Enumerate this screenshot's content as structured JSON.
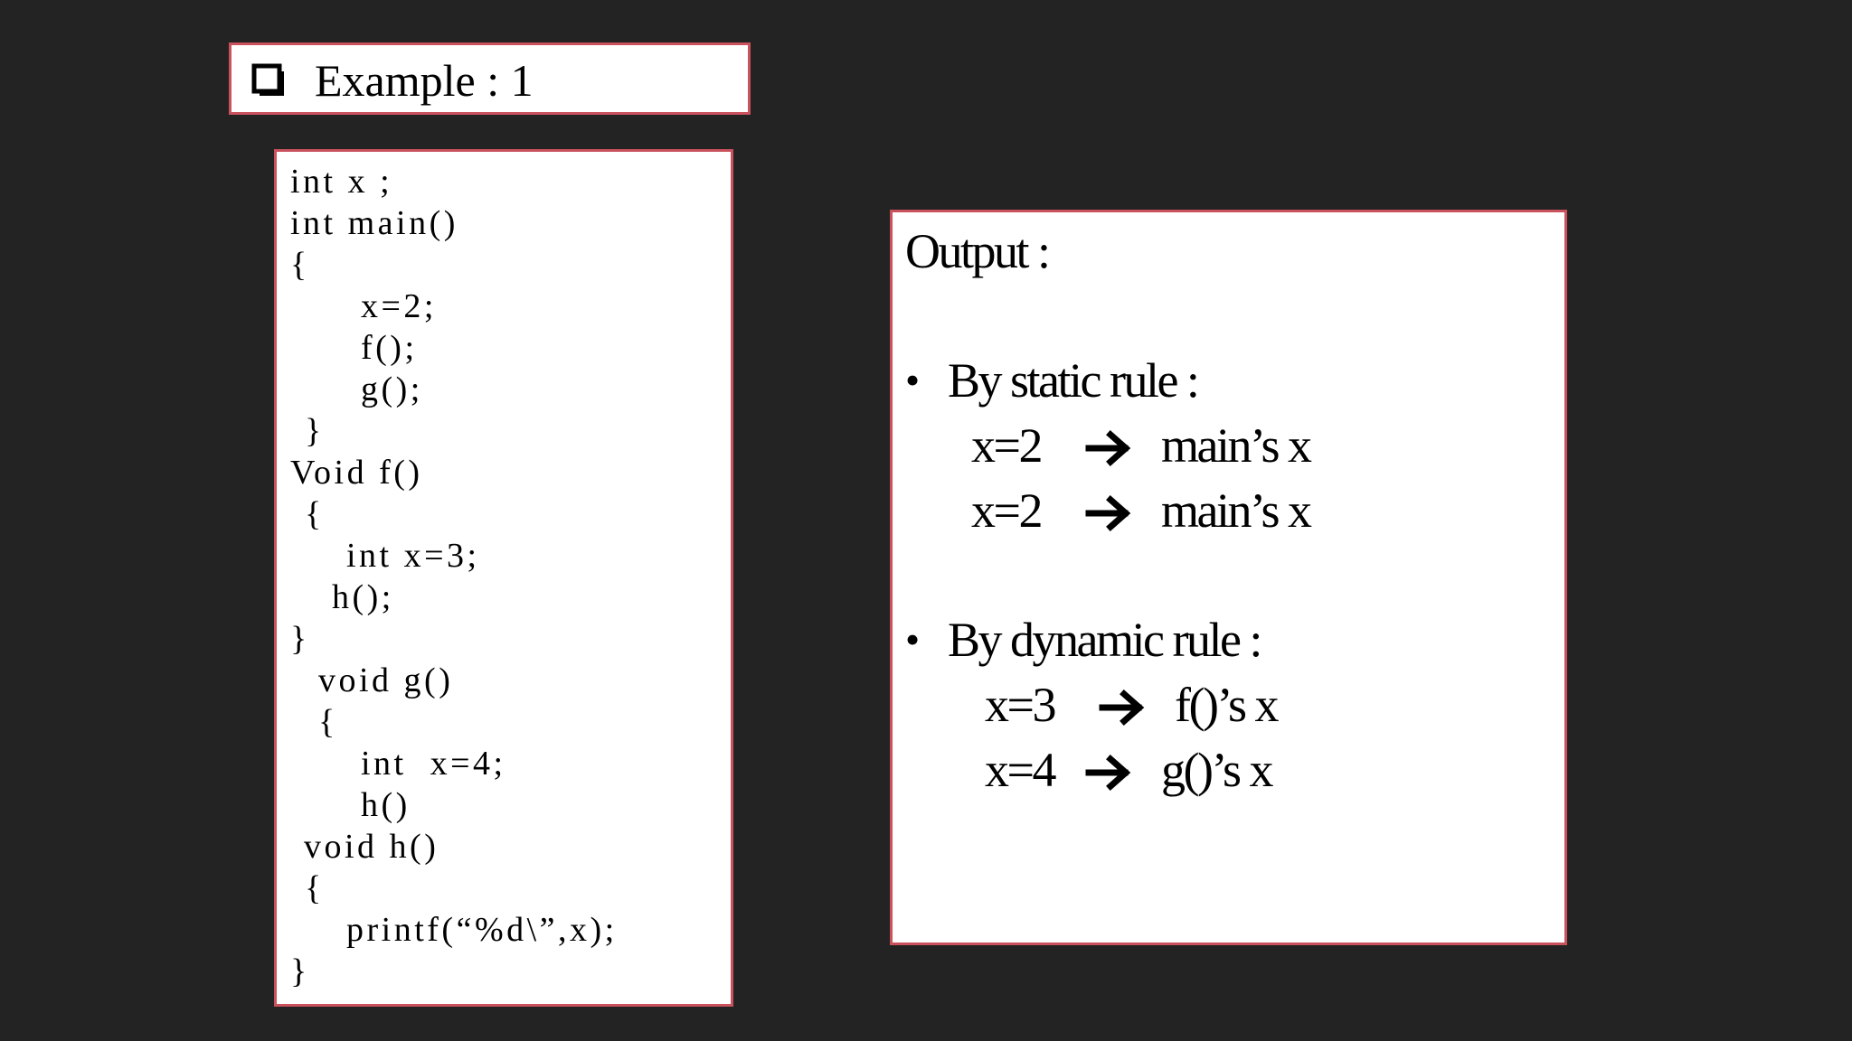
{
  "slide": {
    "title": "Example : 1",
    "code_lines": [
      "int x ;",
      "int main()",
      "{",
      "x=2;",
      "f();",
      "g();",
      "}",
      "Void f()",
      "{",
      "int x=3;",
      "h();",
      "}",
      "void g()",
      "{",
      "int  x=4;",
      "h()",
      "void h()",
      "{",
      "printf(“%d\\”,x);",
      "}"
    ],
    "output": {
      "heading": "Output :",
      "static_rule": {
        "label": "By static rule :",
        "rows": [
          {
            "left": "x=2",
            "right": "main’s x"
          },
          {
            "left": "x=2",
            "right": "main’s x"
          }
        ]
      },
      "dynamic_rule": {
        "label": "By dynamic rule :",
        "rows": [
          {
            "left": "x=3",
            "right": "f()’s x"
          },
          {
            "left": "x=4",
            "right": "g()’s x"
          }
        ]
      }
    }
  },
  "colors": {
    "background": "#232323",
    "panel_border": "#c9525d",
    "panel_fill": "#ffffff",
    "text": "#000000"
  },
  "icons": {
    "title_marker": "checkbox-icon",
    "row_arrow": "arrow-right-icon"
  }
}
